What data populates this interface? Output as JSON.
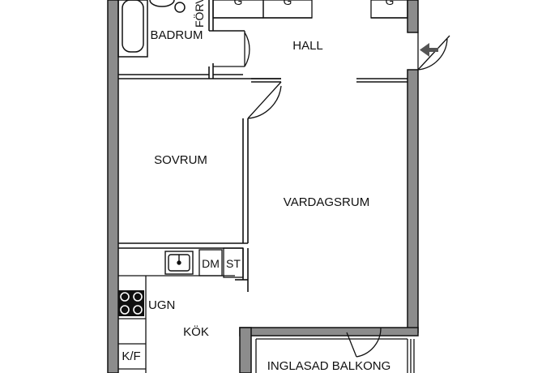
{
  "rooms": {
    "badrum": "BADRUM",
    "forrad": "FÖRV",
    "hall": "HALL",
    "sovrum": "SOVRUM",
    "vardagsrum": "VARDAGSRUM",
    "kok": "KÖK",
    "balkong": "INGLASAD BALKONG"
  },
  "fixtures": {
    "garderob": "G",
    "diskmaskin": "DM",
    "stadskap": "ST",
    "ugn": "UGN",
    "kylfrys": "K/F"
  },
  "colors": {
    "wall": "#8c8c8c",
    "line": "#111111",
    "background": "#ffffff"
  },
  "icons": {
    "entrance": "arrow-left-icon",
    "stove": "stove-icon",
    "sink": "sink-icon"
  }
}
